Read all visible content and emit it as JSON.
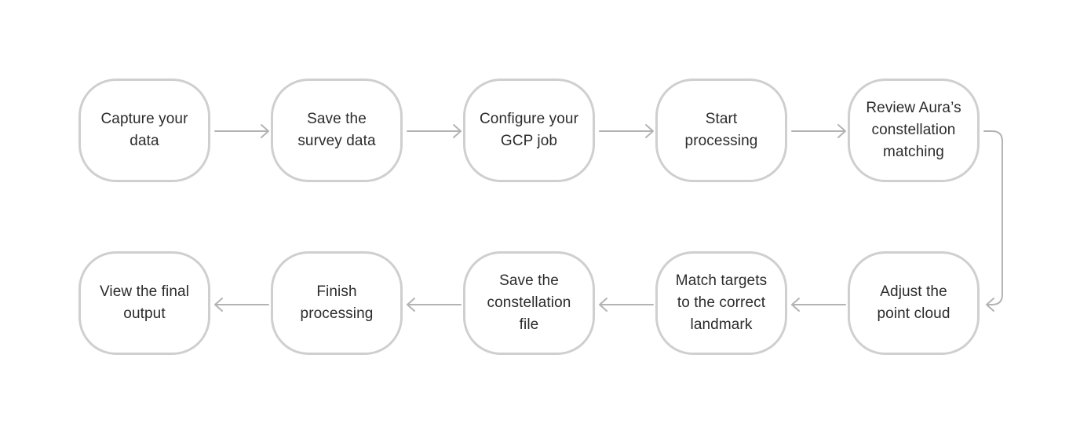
{
  "diagram": {
    "colors": {
      "node_border": "#cfcfcf",
      "arrow": "#b3b3b3",
      "text": "#2b2b2b",
      "background": "#ffffff"
    },
    "steps": [
      {
        "label": "Capture your data"
      },
      {
        "label": "Save the survey data"
      },
      {
        "label": "Configure your GCP job"
      },
      {
        "label": "Start processing"
      },
      {
        "label": "Review Aura’s constellation matching"
      },
      {
        "label": "Adjust the point cloud"
      },
      {
        "label": "Match targets to the correct landmark"
      },
      {
        "label": "Save the constellation file"
      },
      {
        "label": "Finish processing"
      },
      {
        "label": "View the final output"
      }
    ]
  }
}
